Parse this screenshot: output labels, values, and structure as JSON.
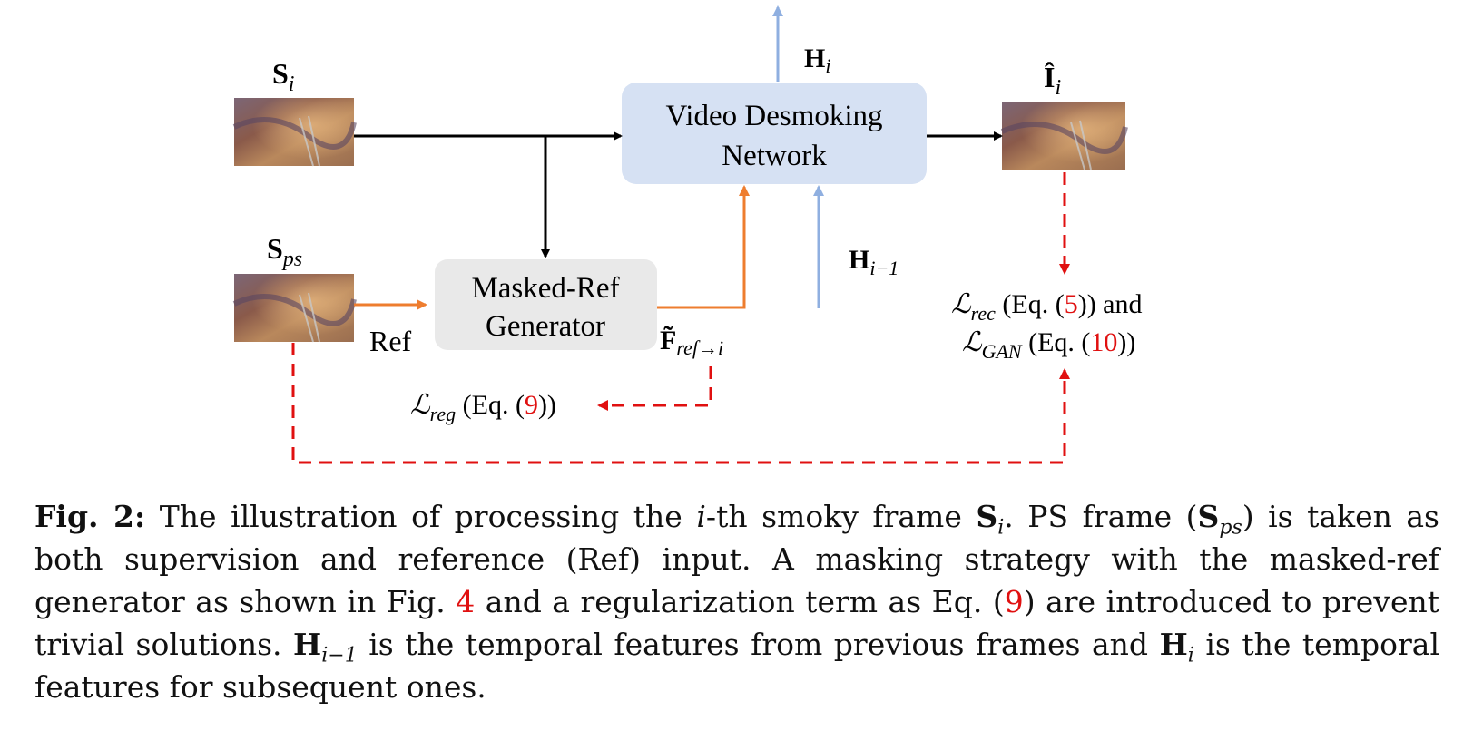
{
  "diagram": {
    "inputs": {
      "si": {
        "symbol": "S",
        "sub": "i"
      },
      "sps": {
        "symbol": "S",
        "sub": "ps"
      },
      "output": {
        "symbol": "Î",
        "sub": "i"
      }
    },
    "blocks": {
      "network": {
        "line1": "Video Desmoking",
        "line2": "Network"
      },
      "generator": {
        "line1": "Masked-Ref",
        "line2": "Generator"
      }
    },
    "labels": {
      "ref": "Ref",
      "h_out": {
        "symbol": "H",
        "sub": "i"
      },
      "h_in": {
        "symbol": "H",
        "sub": "i−1"
      },
      "f_ref": {
        "symbol": "F̃",
        "sub": "ref→i"
      }
    },
    "losses": {
      "reg": {
        "symbol": "ℒ",
        "sub": "reg",
        "pre": " (Eq. (",
        "num": "9",
        "post": "))"
      },
      "rec": {
        "symbol": "ℒ",
        "sub": "rec",
        "pre": " (Eq. (",
        "num": "5",
        "post": ")) and"
      },
      "gan": {
        "symbol": "ℒ",
        "sub": "GAN",
        "pre": " (Eq. (",
        "num": "10",
        "post": "))"
      }
    },
    "colors": {
      "network_fill": "#d6e1f3",
      "generator_fill": "#e9e9e9",
      "hidden_arrow": "#8fafe0",
      "ref_arrow": "#ee7d2f",
      "loss_dash": "#e01010",
      "main_arrow": "#000000"
    }
  },
  "caption": {
    "fig": "Fig. 2:",
    "t1": " The illustration of processing the ",
    "t1_i": "i",
    "t2": "-th smoky frame ",
    "s1": "S",
    "s1_sub": "i",
    "t3": ". PS frame (",
    "s2": "S",
    "s2_sub": "ps",
    "t4": ") is taken as both supervision and reference (Ref) input. A masking strategy with the masked-ref generator as shown in Fig. ",
    "ref_fig": "4",
    "t5": " and a regularization term as Eq. (",
    "ref_eq": "9",
    "t6": ") are introduced to prevent trivial solutions. ",
    "h1": "H",
    "h1_sub": "i−1",
    "t7": " is the temporal features from previous frames and ",
    "h2": "H",
    "h2_sub": "i",
    "t8": " is the temporal features for subsequent ones."
  }
}
